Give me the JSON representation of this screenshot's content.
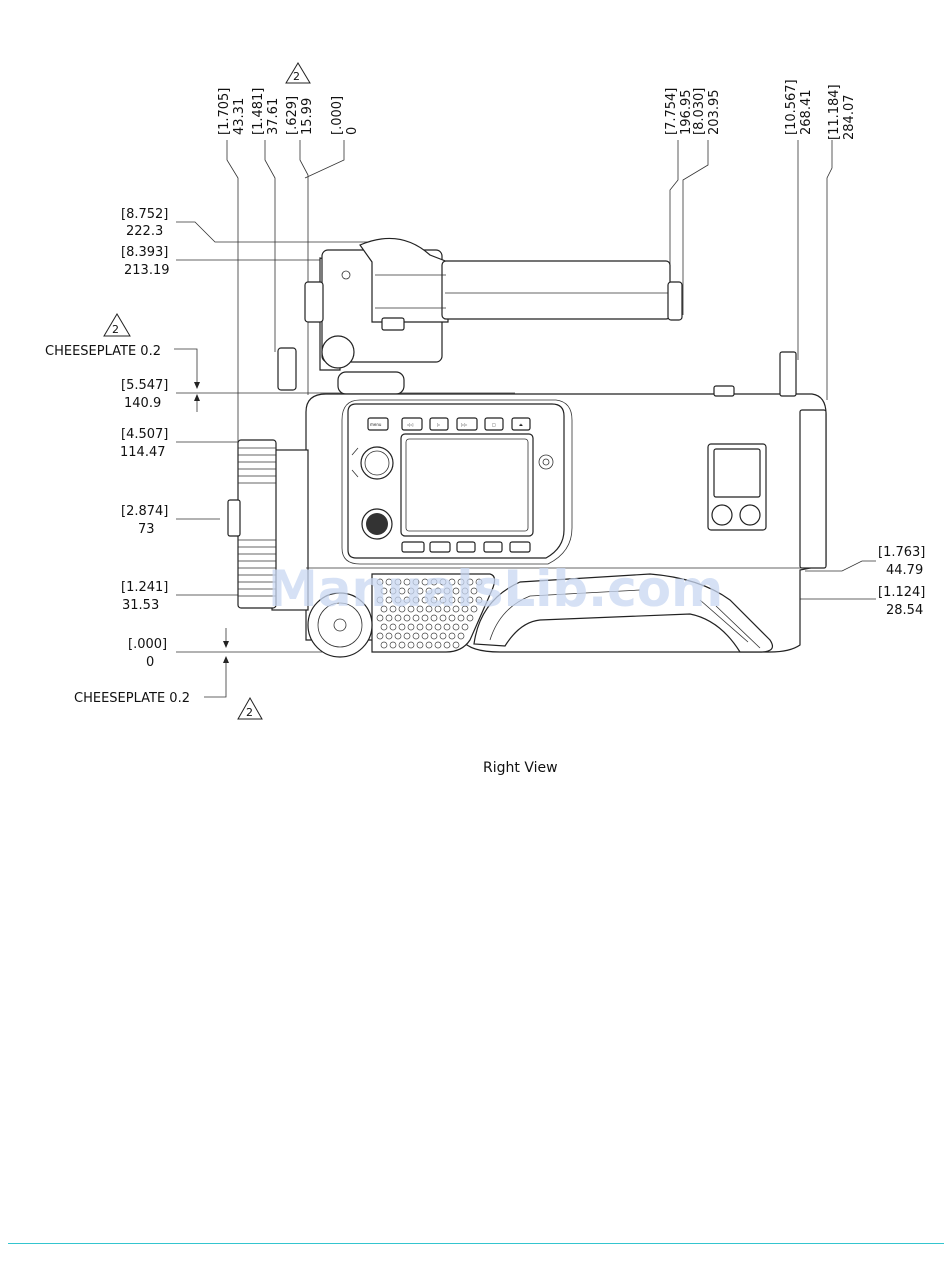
{
  "title": "Right View",
  "watermark": "ManualsLib.com",
  "revision_marker": "2",
  "cheeseplate_label": "CHEESEPLATE 0.2",
  "top_dims": [
    {
      "inch": "[1.705]",
      "mm": "43.31"
    },
    {
      "inch": "[1.481]",
      "mm": "37.61"
    },
    {
      "inch": "[.629]",
      "mm": "15.99"
    },
    {
      "inch": "[.000]",
      "mm": "0"
    },
    {
      "inch": "[7.754]",
      "mm": "196.95"
    },
    {
      "inch": "[8.030]",
      "mm": "203.95"
    },
    {
      "inch": "[10.567]",
      "mm": "268.41"
    },
    {
      "inch": "[11.184]",
      "mm": "284.07"
    }
  ],
  "left_dims": [
    {
      "inch": "[8.752]",
      "mm": "222.3"
    },
    {
      "inch": "[8.393]",
      "mm": "213.19"
    },
    {
      "inch": "[5.547]",
      "mm": "140.9"
    },
    {
      "inch": "[4.507]",
      "mm": "114.47"
    },
    {
      "inch": "[2.874]",
      "mm": "73"
    },
    {
      "inch": "[1.241]",
      "mm": "31.53"
    },
    {
      "inch": "[.000]",
      "mm": "0"
    }
  ],
  "right_dims": [
    {
      "inch": "[1.763]",
      "mm": "44.79"
    },
    {
      "inch": "[1.124]",
      "mm": "28.54"
    }
  ],
  "panel_buttons_top": [
    "menu",
    "◁◁",
    "▷",
    "▷▷",
    "□",
    "⏏"
  ],
  "panel_buttons_bottom": [
    "",
    "",
    "",
    "",
    ""
  ],
  "accent_color": "#34c5cf"
}
